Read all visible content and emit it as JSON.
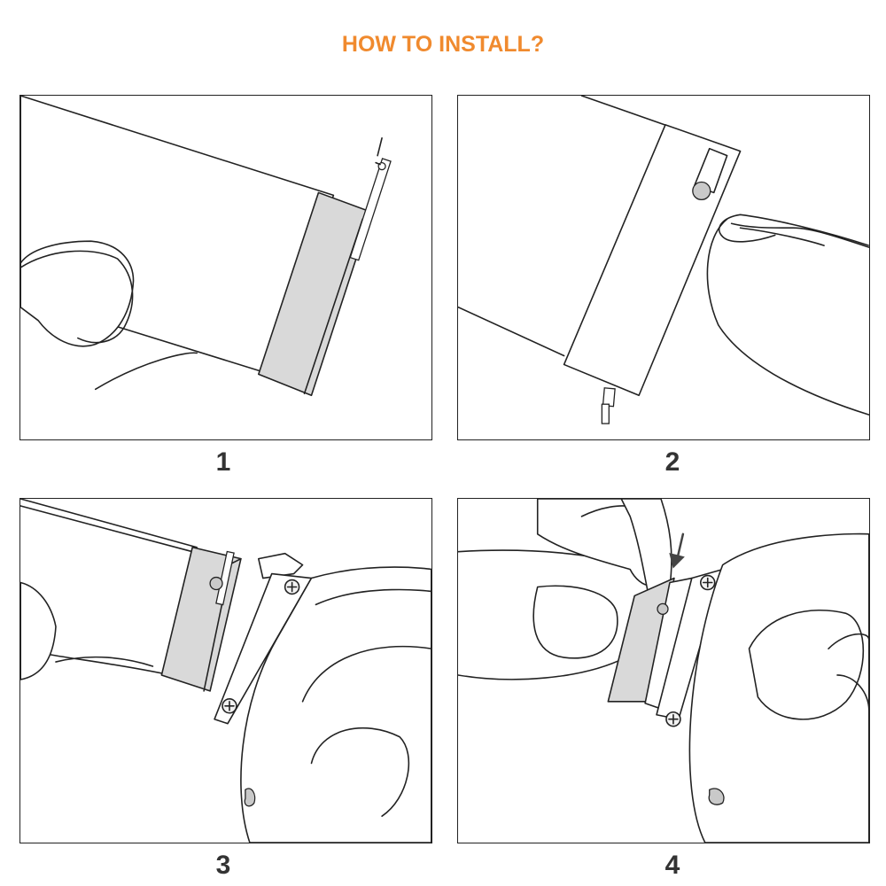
{
  "header": {
    "title": "HOW TO INSTALL?",
    "title_color": "#f08a2e"
  },
  "steps": [
    {
      "number": "1",
      "illustration": "strap-with-spring-bar-pin"
    },
    {
      "number": "2",
      "illustration": "pull-spring-bar-lever"
    },
    {
      "number": "3",
      "illustration": "align-strap-with-watch-lug"
    },
    {
      "number": "4",
      "illustration": "press-pin-into-lug"
    }
  ]
}
